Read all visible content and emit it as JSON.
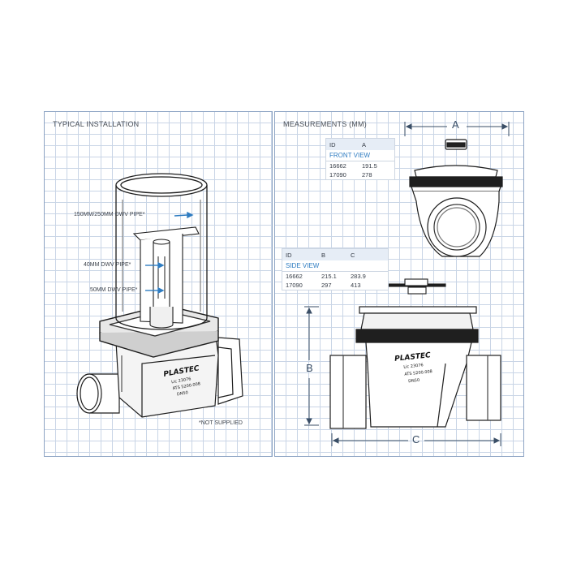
{
  "left_panel": {
    "title": "TYPICAL INSTALLATION",
    "callouts": {
      "pipe_150_250": "150MM/250MM DWV PIPE*",
      "pipe_40": "40MM DWV PIPE*",
      "pipe_50": "50MM DWV PIPE*"
    },
    "note": "*NOT SUPPLIED",
    "product_marking": {
      "brand": "PLASTEC",
      "lic": "Lic 23076",
      "ats": "ATS 5200.008",
      "code": "DN50"
    }
  },
  "right_panel": {
    "title": "MEASUREMENTS (MM)",
    "dimension_labels": {
      "a": "A",
      "b": "B",
      "c": "C"
    },
    "front_view_table": {
      "headers": [
        "ID",
        "A"
      ],
      "view_label": "FRONT VIEW",
      "rows": [
        [
          "16662",
          "191.5"
        ],
        [
          "17090",
          "278"
        ]
      ]
    },
    "side_view_table": {
      "headers": [
        "ID",
        "B",
        "C"
      ],
      "view_label": "SIDE VIEW",
      "rows": [
        [
          "16662",
          "215.1",
          "283.9"
        ],
        [
          "17090",
          "297",
          "413"
        ]
      ]
    },
    "product_marking": {
      "brand": "PLASTEC",
      "lic": "Lic 23076",
      "ats": "ATS 5200.008",
      "code": "DN50"
    }
  },
  "colors": {
    "grid_line": "#c9d5e6",
    "panel_border": "#8da4c4",
    "accent_blue": "#2e7cc1",
    "dimension_line": "#3a4e66"
  }
}
